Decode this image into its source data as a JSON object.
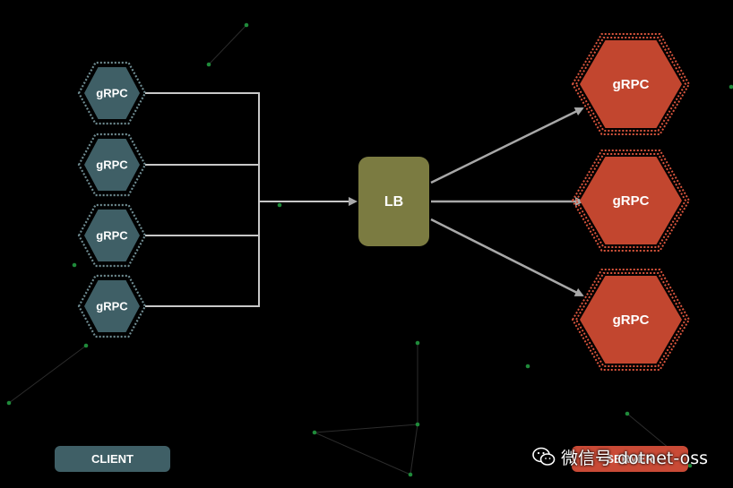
{
  "colors": {
    "background": "#000000",
    "client_fill": "#3f5f66",
    "client_dots": "#6f8c92",
    "server_fill": "#c2462f",
    "server_dots": "#d9553d",
    "lb_fill": "#7b7b41",
    "line": "#c8c8c8",
    "arrow": "#a8a8a8",
    "particle": "#1f8a3a"
  },
  "clients": [
    {
      "label": "gRPC"
    },
    {
      "label": "gRPC"
    },
    {
      "label": "gRPC"
    },
    {
      "label": "gRPC"
    }
  ],
  "load_balancer": {
    "label": "LB"
  },
  "servers": [
    {
      "label": "gRPC"
    },
    {
      "label": "gRPC"
    },
    {
      "label": "gRPC"
    }
  ],
  "legend": {
    "client_label": "CLIENT",
    "server_label": "SERVER"
  },
  "watermark": {
    "text": "微信号 dotnet-oss",
    "icon": "wechat-icon"
  }
}
